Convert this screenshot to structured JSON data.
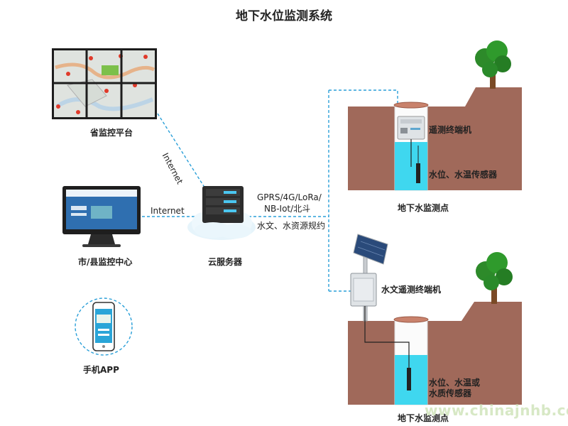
{
  "title": "地下水位监测系统",
  "nodes": {
    "provincial_platform": "省监控平台",
    "city_center": "市/县监控中心",
    "mobile_app": "手机APP",
    "cloud_server": "云服务器"
  },
  "links": {
    "internet_top": "Internet",
    "internet_left": "Internet",
    "protocol_line1": "GPRS/4G/LoRa/",
    "protocol_line2": "NB-Iot/北斗",
    "protocol_line3": "水文、水资源规约"
  },
  "stations": {
    "station1": {
      "terminal": "遥测终端机",
      "sensor": "水位、水温传感器",
      "label": "地下水监测点"
    },
    "station2": {
      "terminal": "水文遥测终端机",
      "sensor_line1": "水位、水温或",
      "sensor_line2": "水质传感器",
      "label": "地下水监测点"
    }
  },
  "watermark": "www.chinajnhb.com",
  "colors": {
    "link_dashed": "#2a9fd8",
    "soil": "#a0695a",
    "soil_dark": "#8a5548",
    "water": "#3fd7ef",
    "tree": "#2d8a2a",
    "trunk": "#7a4a26"
  }
}
